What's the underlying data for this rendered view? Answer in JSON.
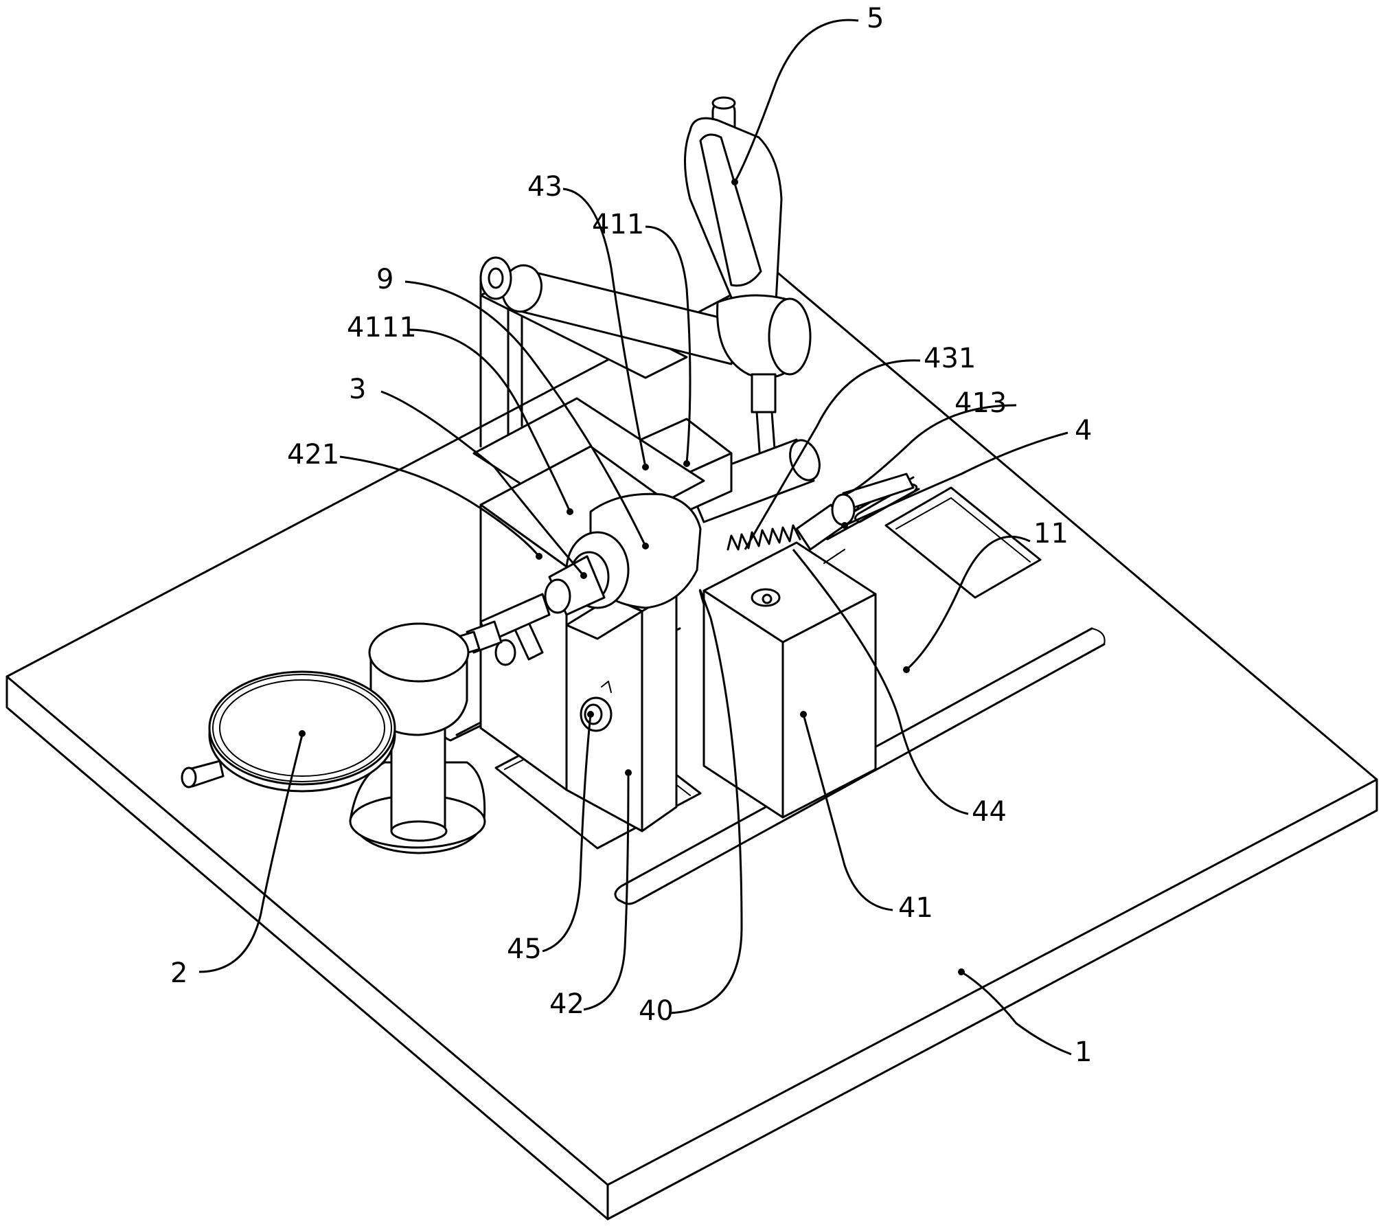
{
  "callouts": [
    {
      "id": "c-1",
      "text": "1"
    },
    {
      "id": "c-2",
      "text": "2"
    },
    {
      "id": "c-3",
      "text": "3"
    },
    {
      "id": "c-4",
      "text": "4"
    },
    {
      "id": "c-5",
      "text": "5"
    },
    {
      "id": "c-9",
      "text": "9"
    },
    {
      "id": "c-11",
      "text": "11"
    },
    {
      "id": "c-40",
      "text": "40"
    },
    {
      "id": "c-41",
      "text": "41"
    },
    {
      "id": "c-42",
      "text": "42"
    },
    {
      "id": "c-43",
      "text": "43"
    },
    {
      "id": "c-44",
      "text": "44"
    },
    {
      "id": "c-45",
      "text": "45"
    },
    {
      "id": "c-411",
      "text": "411"
    },
    {
      "id": "c-413",
      "text": "413"
    },
    {
      "id": "c-421",
      "text": "421"
    },
    {
      "id": "c-431",
      "text": "431"
    },
    {
      "id": "c-4111",
      "text": "4111"
    }
  ]
}
